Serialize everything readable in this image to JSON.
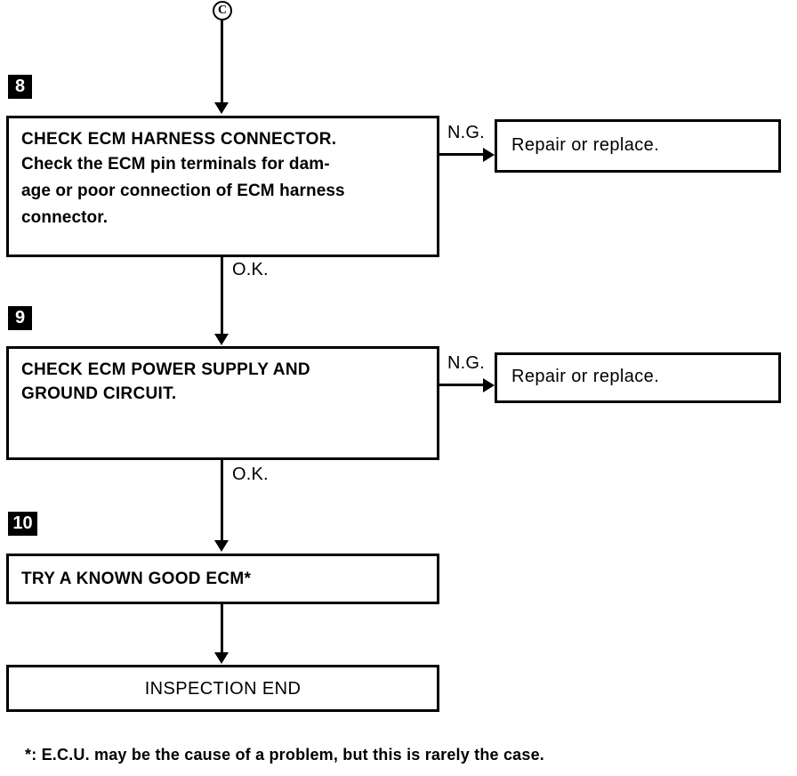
{
  "diagram": {
    "title": "ECM diagnostic flowchart continuation",
    "colors": {
      "ink": "#000000",
      "paper": "#ffffff"
    },
    "connector_in": {
      "label": "C"
    },
    "steps": [
      {
        "number": "8",
        "title": "CHECK ECM HARNESS CONNECTOR.",
        "body": "Check the ECM pin terminals for dam-\nage or poor connection of ECM harness\nconnector.",
        "ng_label": "N.G.",
        "ng_target": "Repair or replace.",
        "ok_label": "O.K."
      },
      {
        "number": "9",
        "title": "CHECK ECM POWER SUPPLY AND\nGROUND CIRCUIT.",
        "body": "",
        "ng_label": "N.G.",
        "ng_target": "Repair or replace.",
        "ok_label": "O.K."
      },
      {
        "number": "10",
        "title": "TRY A KNOWN GOOD ECM*",
        "body": "",
        "ng_label": "",
        "ng_target": "",
        "ok_label": ""
      }
    ],
    "terminator": {
      "label": "INSPECTION END"
    },
    "footnote": "*: E.C.U. may be the cause of a problem, but this is rarely the case."
  }
}
